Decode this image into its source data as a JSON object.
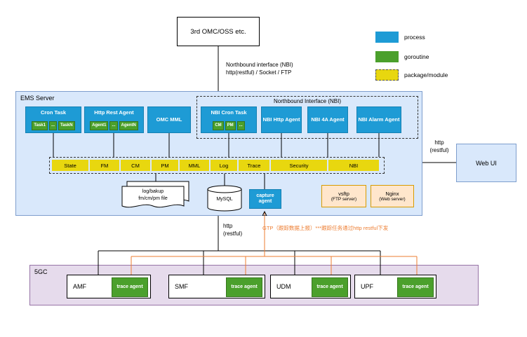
{
  "top_box": {
    "label": "3rd OMC/OSS etc."
  },
  "legend": {
    "items": [
      {
        "label": "process",
        "color": "#1e9bd5"
      },
      {
        "label": "goroutine",
        "color": "#4ba02c"
      },
      {
        "label": "package/module",
        "color": "#e8d70f"
      }
    ]
  },
  "nbi_link": {
    "line1": "Northbound interface (NBI)",
    "line2": "http(restful) / Socket / FTP"
  },
  "ems": {
    "title": "EMS Server",
    "cron_task": {
      "label": "Cron Task",
      "children": [
        "Task1",
        "...",
        "TaskN"
      ]
    },
    "http_rest_agent": {
      "label": "Http Rest Agent",
      "children": [
        "Agent1",
        "...",
        "AgentN"
      ]
    },
    "omc_mml": {
      "label": "OMC MML"
    },
    "nbi_group": {
      "title": "Northbound Interface (NBI)",
      "cron": {
        "label": "NBI Cron Task",
        "children": [
          "CM",
          "PM",
          "..."
        ]
      },
      "http": {
        "label": "NBI Http Agent"
      },
      "four_a": {
        "label": "NBI 4A Agent"
      },
      "alarm": {
        "label": "NBI Alarm Agent"
      }
    },
    "modules": [
      "State",
      "FM",
      "CM",
      "PM",
      "MML",
      "Log",
      "Trace",
      "Security",
      "NBI"
    ],
    "log_file": {
      "line1": "log/bakup",
      "line2": "fm/cm/pm file"
    },
    "mysql_label": "MySQL",
    "capture_agent_label": "capture agent",
    "vsftp": {
      "name": "vsftp",
      "sub": "(FTP server)"
    },
    "nginx": {
      "name": "Nginx",
      "sub": "(Web server)"
    }
  },
  "web_ui": {
    "label": "Web UI",
    "link": {
      "line1": "http",
      "line2": "(restful)"
    }
  },
  "south": {
    "http": {
      "line1": "http",
      "line2": "(restful)"
    },
    "gtp": "GTP（跟踪数据上报）***跟踪任务通过http restful下发"
  },
  "fivegc": {
    "title": "5GC",
    "nodes": [
      {
        "label": "AMF",
        "agent": "trace agent"
      },
      {
        "label": "SMF",
        "agent": "trace agent"
      },
      {
        "label": "UDM",
        "agent": "trace agent"
      },
      {
        "label": "UPF",
        "agent": "trace agent"
      }
    ]
  },
  "colors": {
    "process_blue": "#1e9bd5",
    "goroutine_green": "#4ba02c",
    "package_yellow": "#e8d70f",
    "ems_background": "#d9e8fb",
    "fivegc_background": "#e6dbec",
    "server_tan": "#ffe6cc",
    "orange_flow": "#ed7d31"
  }
}
